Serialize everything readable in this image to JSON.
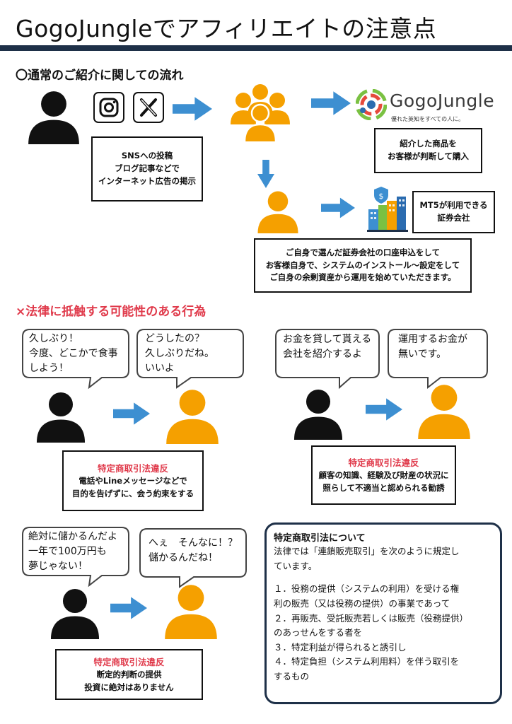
{
  "header": {
    "title": "GogoJungleでアフィリエイトの注意点"
  },
  "section1": {
    "heading": "〇通常のご紹介に関しての流れ",
    "sns_box": [
      "SNSへの投稿",
      "ブログ記事などで",
      "インターネット広告の掲示"
    ],
    "logo": {
      "name": "GogoJungle",
      "tagline": "優れた英知をすべての人に。"
    },
    "purchase_box": [
      "紹介した商品を",
      "お客様が判断して購入"
    ],
    "broker_box": [
      "MT5が利用できる",
      "証券会社"
    ],
    "account_box": [
      "ご自身で選んだ証券会社の口座申込をして",
      "お客様自身で、システムのインストール～設定をして",
      "ご自身の余剰資産から運用を始めていただきます。"
    ]
  },
  "section2": {
    "heading": "×法律に抵触する可能性のある行為",
    "case1": {
      "bubble_left": [
        "久しぶり！",
        "今度、どこかで食事",
        "しよう！"
      ],
      "bubble_right": [
        "どうしたの？",
        "久しぶりだね。",
        "いいよ"
      ],
      "violation": "特定商取引法違反",
      "desc": [
        "電話やLineメッセージなどで",
        "目的を告げずに、会う約束をする"
      ]
    },
    "case2": {
      "bubble_left": [
        "お金を貸して貰える",
        "会社を紹介するよ"
      ],
      "bubble_right": [
        "運用するお金が",
        "無いです。"
      ],
      "violation": "特定商取引法違反",
      "desc": [
        "顧客の知識、経験及び財産の状況に",
        "照らして不適当と認められる勧誘"
      ]
    },
    "case3": {
      "bubble_left": [
        "絶対に儲かるんだよ",
        "一年で100万円も",
        "夢じゃない！"
      ],
      "bubble_right": [
        "へぇ　そんなに！？",
        "儲かるんだね！"
      ],
      "violation": "特定商取引法違反",
      "desc": [
        "断定的判断の提供",
        "投資に絶対はありません"
      ]
    }
  },
  "law_box": {
    "heading": "特定商取引法について",
    "lines": [
      "法律では「連鎖販売取引」を次のように規定し",
      "ています。",
      "",
      "１．役務の提供（システムの利用）を受ける権",
      "利の販売（又は役務の提供）の事業であって",
      "２．再販売、受託販売若しくは販売（役務提供）",
      "のあっせんをする者を",
      "３．特定利益が得られると誘引し",
      "４．特定負担（システム利用料）を伴う取引を",
      "するもの"
    ]
  },
  "colors": {
    "navy": "#1e3048",
    "orange": "#f5a000",
    "arrow_blue": "#3d8fd1",
    "red": "#e03a4b"
  }
}
